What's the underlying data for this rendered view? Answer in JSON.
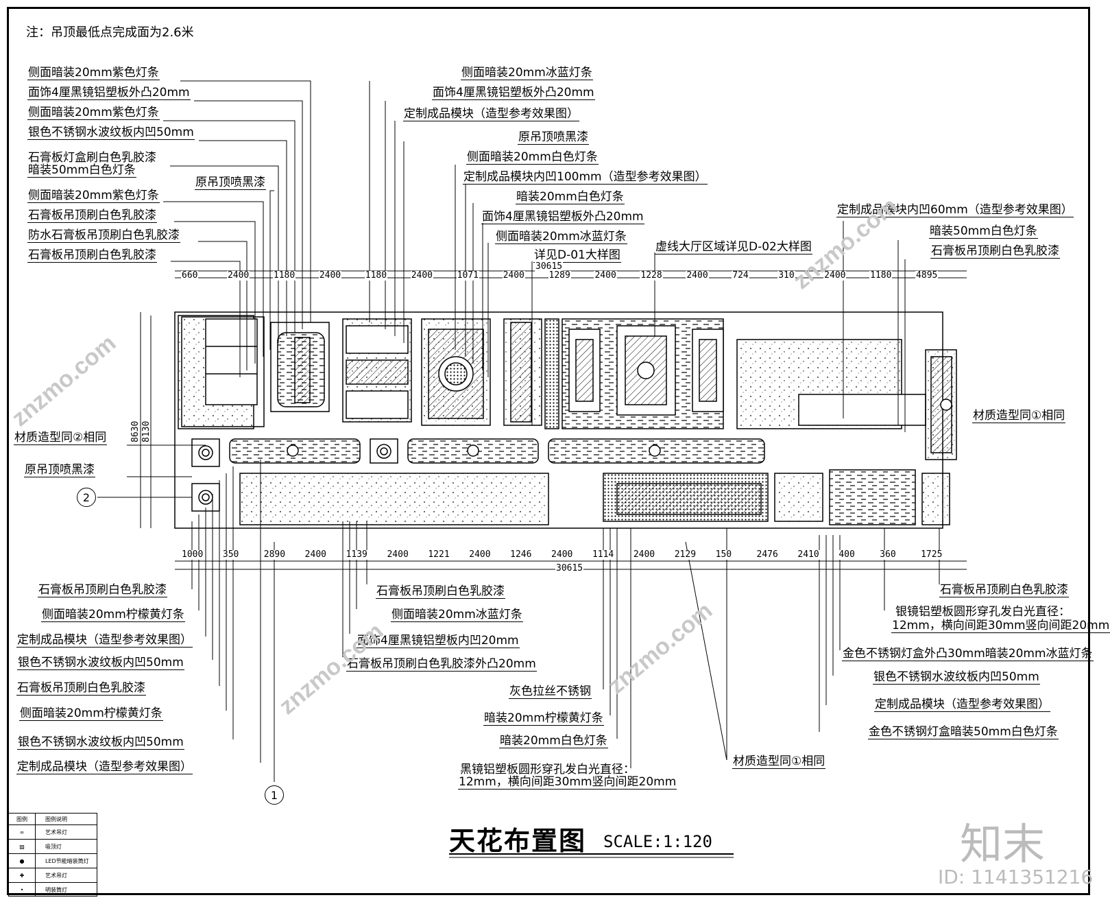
{
  "note": "注：吊顶最低点完成面为2.6米",
  "title": "天花布置图",
  "scale": "SCALE:1:120",
  "brand": {
    "name": "知末",
    "id": "ID: 1141351216"
  },
  "watermark": "znzmo.com",
  "labels_top_left": [
    "侧面暗装20mm紫色灯条",
    "面饰4厘黑镜铝塑板外凸20mm",
    "侧面暗装20mm紫色灯条",
    "银色不锈钢水波纹板内凹50mm",
    "石膏板灯盒刷白色乳胶漆",
    "暗装50mm白色灯条",
    "原吊顶喷黑漆",
    "侧面暗装20mm紫色灯条",
    "石膏板吊顶刷白色乳胶漆",
    "防水石膏板吊顶刷白色乳胶漆",
    "石膏板吊顶刷白色乳胶漆"
  ],
  "labels_top_mid": [
    "侧面暗装20mm冰蓝灯条",
    "面饰4厘黑镜铝塑板外凸20mm",
    "定制成品模块（造型参考效果图）",
    "原吊顶喷黑漆",
    "侧面暗装20mm白色灯条",
    "定制成品模块内凹100mm（造型参考效果图）",
    "暗装20mm白色灯条",
    "面饰4厘黑镜铝塑板外凸20mm",
    "侧面暗装20mm冰蓝灯条",
    "详见D-01大样图",
    "虚线大厅区域详见D-02大样图"
  ],
  "labels_top_right": [
    "定制成品模块内凹60mm（造型参考效果图）",
    "暗装50mm白色灯条",
    "石膏板吊顶刷白色乳胶漆"
  ],
  "labels_side": {
    "left1": "材质造型同②相同",
    "left2": "原吊顶喷黑漆",
    "right1": "材质造型同①相同"
  },
  "labels_bottom_left": [
    "石膏板吊顶刷白色乳胶漆",
    "侧面暗装20mm柠檬黄灯条",
    "定制成品模块（造型参考效果图）",
    "银色不锈钢水波纹板内凹50mm",
    "石膏板吊顶刷白色乳胶漆",
    "侧面暗装20mm柠檬黄灯条",
    "银色不锈钢水波纹板内凹50mm",
    "定制成品模块（造型参考效果图）"
  ],
  "labels_bottom_mid": [
    "石膏板吊顶刷白色乳胶漆",
    "侧面暗装20mm冰蓝灯条",
    "面饰4厘黑镜铝塑板内凹20mm",
    "石膏板吊顶刷白色乳胶漆外凸20mm",
    "灰色拉丝不锈钢",
    "暗装20mm柠檬黄灯条",
    "暗装20mm白色灯条",
    "黑镜铝塑板圆形穿孔发白光直径：",
    "12mm，横向间距30mm竖向间距20mm",
    "材质造型同①相同"
  ],
  "labels_bottom_right": [
    "石膏板吊顶刷白色乳胶漆",
    "银镜铝塑板圆形穿孔发白光直径：",
    "12mm，横向间距30mm竖向间距20mm",
    "金色不锈钢灯盒外凸30mm暗装20mm冰蓝灯条",
    "银色不锈钢水波纹板内凹50mm",
    "定制成品模块（造型参考效果图）",
    "金色不锈钢灯盒暗装50mm白色灯条"
  ],
  "dims_top_total": "30615",
  "dims_top": [
    "660",
    "2400",
    "1180",
    "2400",
    "1180",
    "2400",
    "1071",
    "2400",
    "1289",
    "2400",
    "1228",
    "2400",
    "724",
    "310",
    "2400",
    "1180",
    "4895"
  ],
  "dims_bottom_total": "30615",
  "dims_bottom": [
    "1000",
    "350",
    "2890",
    "2400",
    "1139",
    "2400",
    "1221",
    "2400",
    "1246",
    "2400",
    "1114",
    "2400",
    "2129",
    "150",
    "2476",
    "2410",
    "400",
    "360",
    "1725"
  ],
  "dims_left": [
    "8630",
    "8130"
  ],
  "callouts": [
    "1",
    "2"
  ],
  "legend": {
    "header": [
      "图例",
      "图例说明"
    ],
    "rows": [
      "艺术吊灯",
      "吸顶灯",
      "LED节能暗装筒灯",
      "艺术吊灯",
      "明装筒灯"
    ]
  }
}
